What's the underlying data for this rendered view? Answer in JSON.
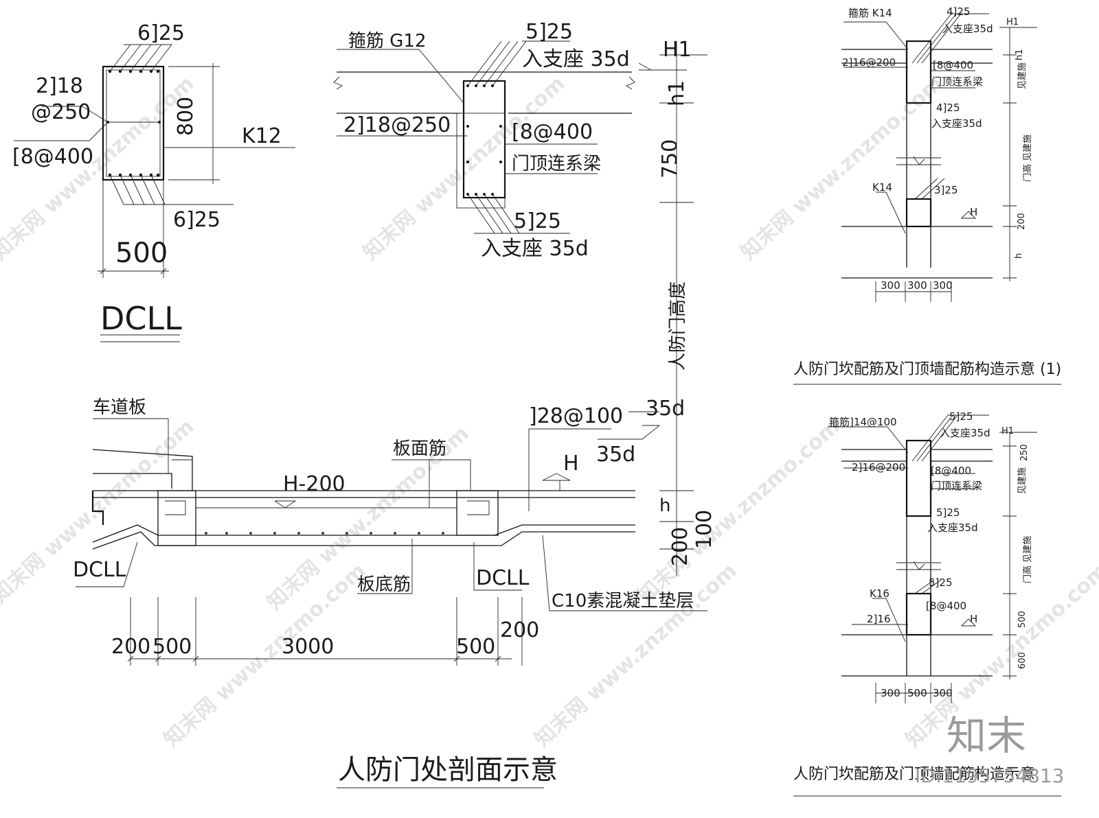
{
  "sectionA": {
    "label_top": "6]25",
    "label_stirrup": "2]18",
    "label_stirrup_spacing": "@250",
    "label_tie": "[8@400",
    "label_height": "800",
    "label_k": "K12",
    "label_bottom": "6]25",
    "label_width": "500",
    "title": "DCLL"
  },
  "sectionB": {
    "label_stirrup": "箍筋 G12",
    "label_top": "5]25",
    "label_anchor_top": "入支座 35d",
    "label_h1": "H1",
    "label_h1_small": "h1",
    "label_left": "2]18@250",
    "label_tie": "[8@400",
    "label_beam": "门顶连系梁",
    "label_750": "750",
    "label_bottom": "5]25",
    "label_anchor_bottom": "入支座 35d",
    "label_door_height": "人防门高度"
  },
  "sectionC": {
    "label_ramp": "车道板",
    "label_h200": "H-200",
    "label_top_bar": "板面筋",
    "label_28": "]28@100",
    "label_35d_a": "35d",
    "label_35d_b": "35d",
    "label_H": "H",
    "label_h": "h",
    "label_dcll_left": "DCLL",
    "label_bottom_bar": "板底筋",
    "label_dcll_right": "DCLL",
    "label_concrete": "C10素混凝土垫层",
    "label_200_v": "200",
    "label_100_v": "100",
    "dims": [
      "200",
      "500",
      "3000",
      "500",
      "200"
    ],
    "title": "人防门处剖面示意"
  },
  "detail1": {
    "label_stirrup": "箍筋 K14",
    "label_top": "4]25",
    "label_anchor": "入支座35d",
    "label_H1": "H1",
    "label_h1": "h1",
    "label_left": "2]16@200",
    "label_tie": "[8@400",
    "label_beam": "门顶连系梁",
    "label_mid": "4]25",
    "label_mid_anchor": "入支座35d",
    "label_k": "K14",
    "label_bot": "3]25",
    "label_H": "H",
    "label_200": "200",
    "label_h": "h",
    "label_see_arch_1": "见建施",
    "label_see_arch_2": "门高 见建施",
    "dims": [
      "300",
      "300",
      "300"
    ],
    "title": "人防门坎配筋及门顶墙配筋构造示意 (1)"
  },
  "detail2": {
    "label_stirrup": "箍筋]14@100",
    "label_top": "5]25",
    "label_anchor": "入支座35d",
    "label_H1": "H1",
    "label_250": "250",
    "label_left": "2]16@200",
    "label_tie": "[8@400",
    "label_beam": "门顶连系梁",
    "label_mid": "5]25",
    "label_mid_anchor": "入支座35d",
    "label_k": "K16",
    "label_bot": "5]25",
    "label_tie_bot": "[8@400",
    "label_216": "2]16",
    "label_H": "H",
    "label_500": "500",
    "label_600": "600",
    "label_see_arch_1": "见建施",
    "label_see_arch_2": "门高 见建施",
    "dims": [
      "300",
      "500",
      "300"
    ],
    "title": "人防门坎配筋及门顶墙配筋构造示意"
  },
  "branding": {
    "logo": "知末",
    "id": "ID:1195754813",
    "watermark": "知末网 www.znzmo.com"
  }
}
